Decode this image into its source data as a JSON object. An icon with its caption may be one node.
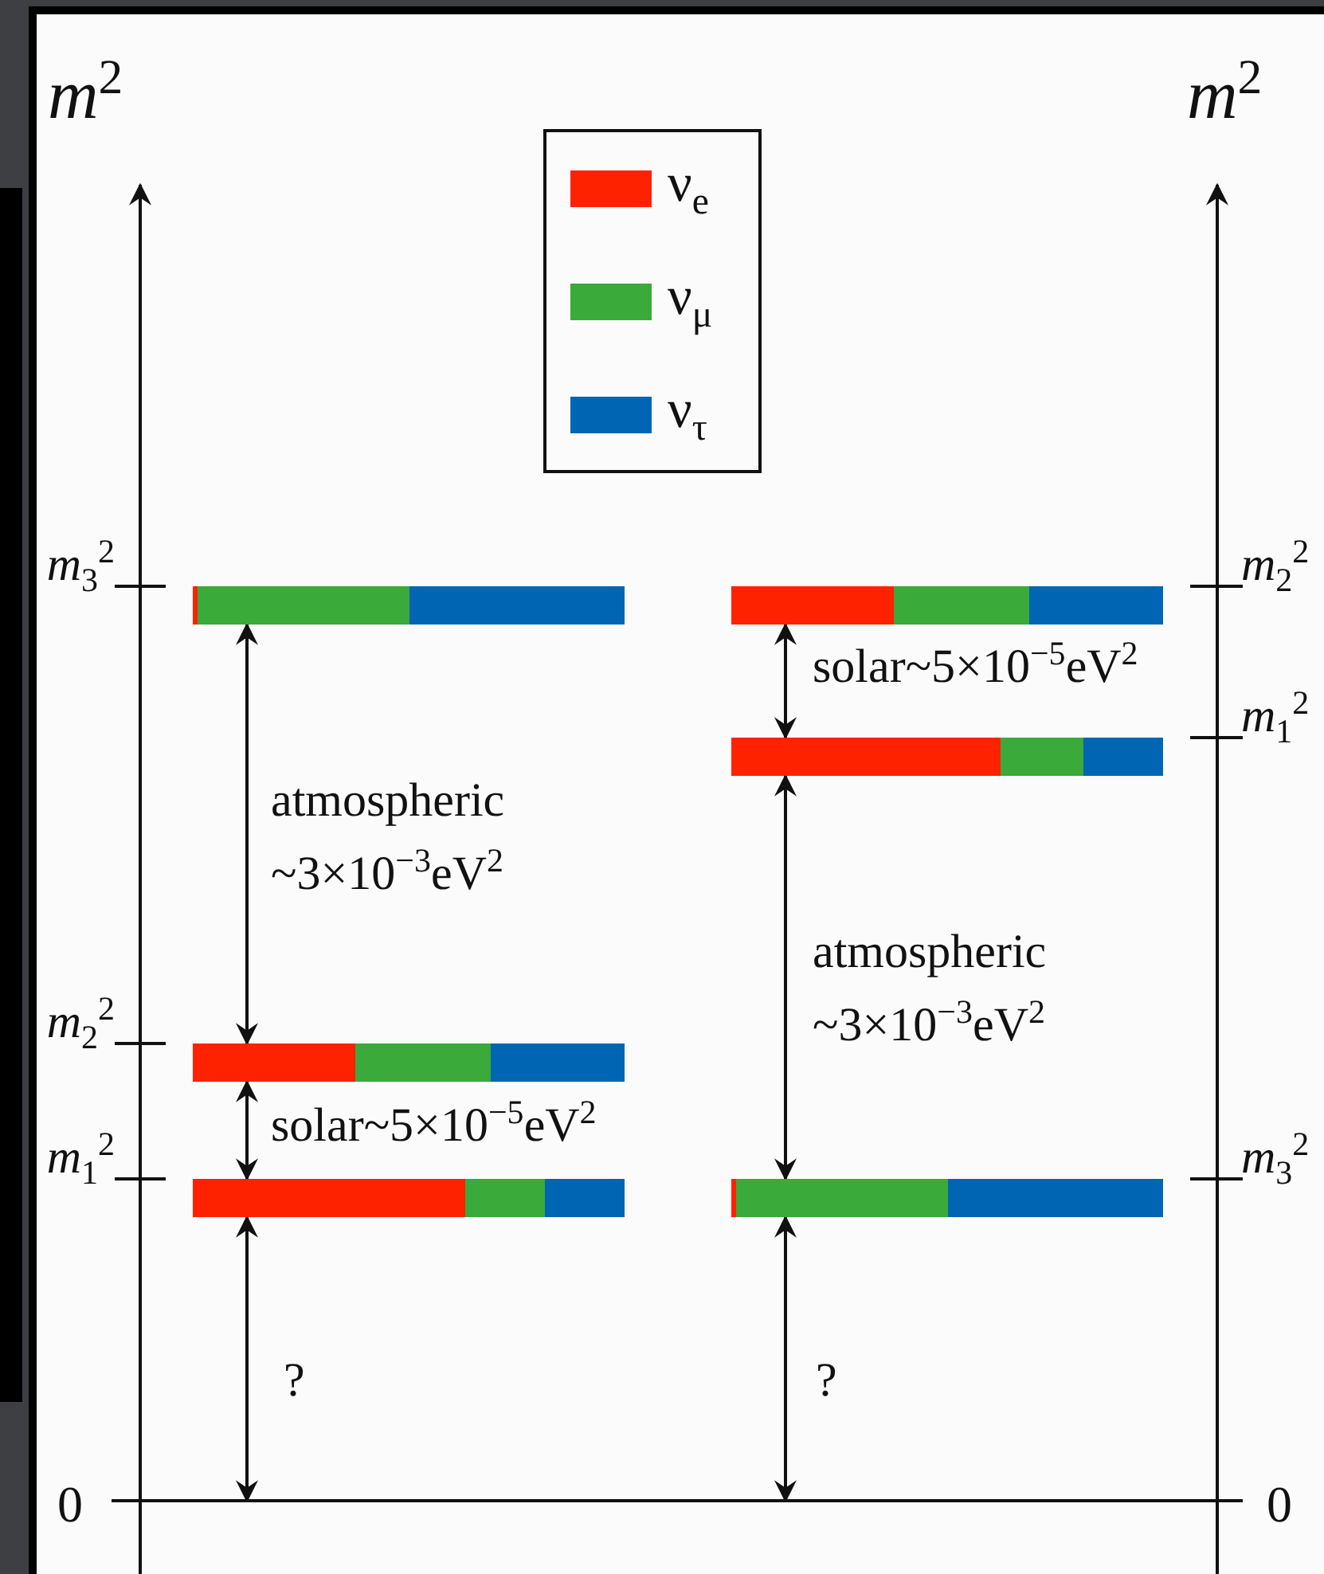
{
  "diagram": {
    "nodes": [
      {
        "text": [],
        "shape": "bar",
        "beside": [
          "*m*$_{3}$$^{2}$"
        ]
      },
      {
        "text": [],
        "shape": "bar",
        "beside": [
          "*m*$_{2}$$^{2}$"
        ]
      },
      {
        "text": [],
        "shape": "bar",
        "beside": [
          "*m*$_{1}$$^{2}$"
        ]
      },
      {
        "text": [],
        "shape": "bar",
        "beside": [
          "*m*$_{2}$$^{2}$"
        ]
      },
      {
        "text": [],
        "shape": "bar",
        "beside": [
          "*m*$_{1}$$^{2}$"
        ]
      },
      {
        "text": [],
        "shape": "bar",
        "beside": [
          "*m*$_{3}$$^{2}$"
        ]
      }
    ],
    "edges": [
      {
        "from": 0,
        "to": 3,
        "arrow": "both",
        "label": "atmospheric ~3×10$^{−3}$eV$^{2}$"
      },
      {
        "from": 3,
        "to": 4,
        "arrow": "both",
        "label": "solar~5×10$^{−5}$eV$^{2}$"
      },
      {
        "from": 4,
        "to": null,
        "arrow": "both",
        "label": "?"
      },
      {
        "from": 1,
        "to": 2,
        "arrow": "both",
        "label": "solar~5×10$^{−5}$eV$^{2}$"
      },
      {
        "from": 2,
        "to": 5,
        "arrow": "both",
        "label": "atmospheric ~3×10$^{−3}$eV$^{2}$"
      },
      {
        "from": 5,
        "to": null,
        "arrow": "both",
        "label": "?"
      }
    ],
    "labels": [
      "*m*$^{2}$",
      "*m*$^{2}$",
      "0",
      "0"
    ],
    "legend": [
      {
        "text": "ν$_{e}$",
        "color": "#ff2200"
      },
      {
        "text": "ν$_{μ}$",
        "color": "#3aaa3a"
      },
      {
        "text": "ν$_{τ}$",
        "color": "#0066b3"
      }
    ]
  }
}
